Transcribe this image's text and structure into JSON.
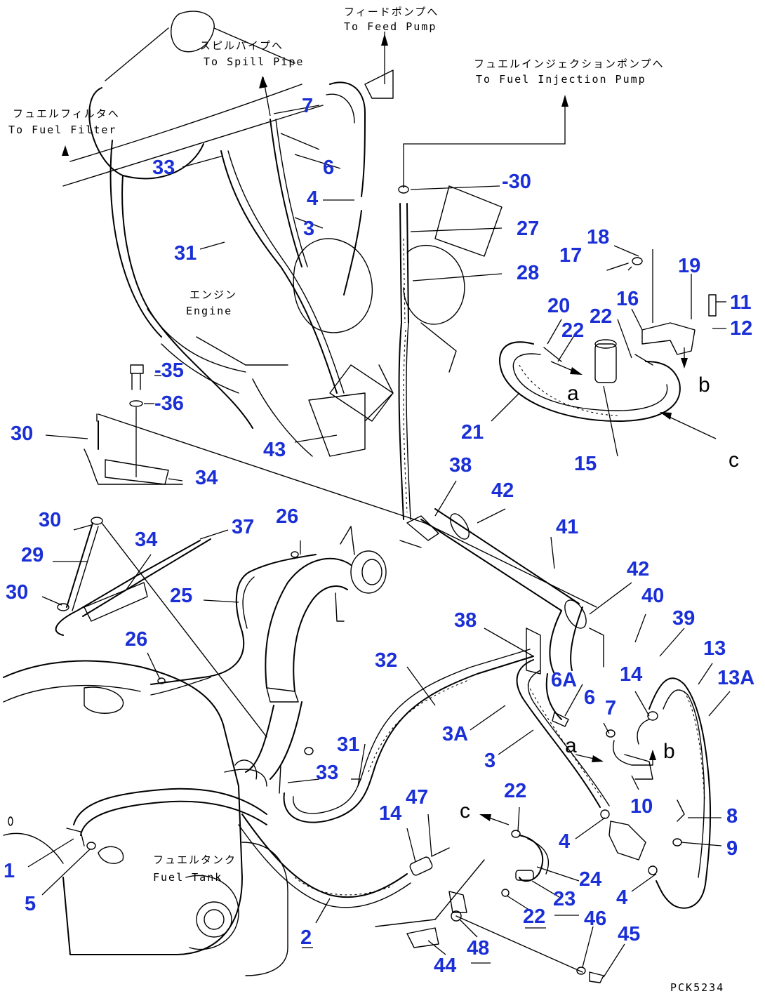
{
  "annotations": {
    "feed_pump_jp": "フィードポンプへ",
    "feed_pump_en": "To Feed Pump",
    "spill_pipe_jp": "スピルパイプへ",
    "spill_pipe_en": "To Spill Pipe",
    "fuel_filter_jp": "フュエルフィルタへ",
    "fuel_filter_en": "To Fuel Filter",
    "injection_pump_jp": "フュエルインジェクションポンプへ",
    "injection_pump_en": "To Fuel Injection Pump",
    "engine_jp": "エンジン",
    "engine_en": "Engine",
    "fuel_tank_jp": "フュエルタンク",
    "fuel_tank_en": "Fuel Tank",
    "view_a": "a",
    "view_b": "b",
    "view_c": "c",
    "drawing_code": "PCK5234"
  },
  "part_numbers": {
    "p1": "1",
    "p2": "2",
    "p3": "3",
    "p3b": "3",
    "p3a": "3A",
    "p4a": "4",
    "p4b": "4",
    "p4c": "4",
    "p5": "5",
    "p6": "6",
    "p6b": "6",
    "p6a": "6A",
    "p7": "7",
    "p7b": "7",
    "p8": "8",
    "p9": "9",
    "p10": "10",
    "p11": "11",
    "p12": "12",
    "p13": "13",
    "p13a": "13A",
    "p14a": "14",
    "p14b": "14",
    "p15": "15",
    "p16": "16",
    "p17": "17",
    "p18": "18",
    "p19": "19",
    "p20": "20",
    "p21": "21",
    "p22a": "22",
    "p22b": "22",
    "p22c": "22",
    "p22d": "22",
    "p23": "23",
    "p24": "24",
    "p25": "25",
    "p26a": "26",
    "p26b": "26",
    "p27": "27",
    "p28": "28",
    "p29": "29",
    "p30a": "-30",
    "p30b": "30",
    "p30c": "30",
    "p30d": "30",
    "p31a": "31",
    "p31b": "31",
    "p32": "32",
    "p33a": "33",
    "p33b": "33",
    "p34a": "34",
    "p34b": "34",
    "p35": "-35",
    "p36": "-36",
    "p37": "37",
    "p38a": "38",
    "p38b": "38",
    "p39": "39",
    "p40": "40",
    "p41": "41",
    "p42a": "42",
    "p42b": "42",
    "p43": "43",
    "p44": "44",
    "p45": "45",
    "p46": "46",
    "p47": "47",
    "p48": "48"
  },
  "colors": {
    "callout": "#1a2fd6",
    "line": "#000000",
    "background": "#ffffff"
  }
}
